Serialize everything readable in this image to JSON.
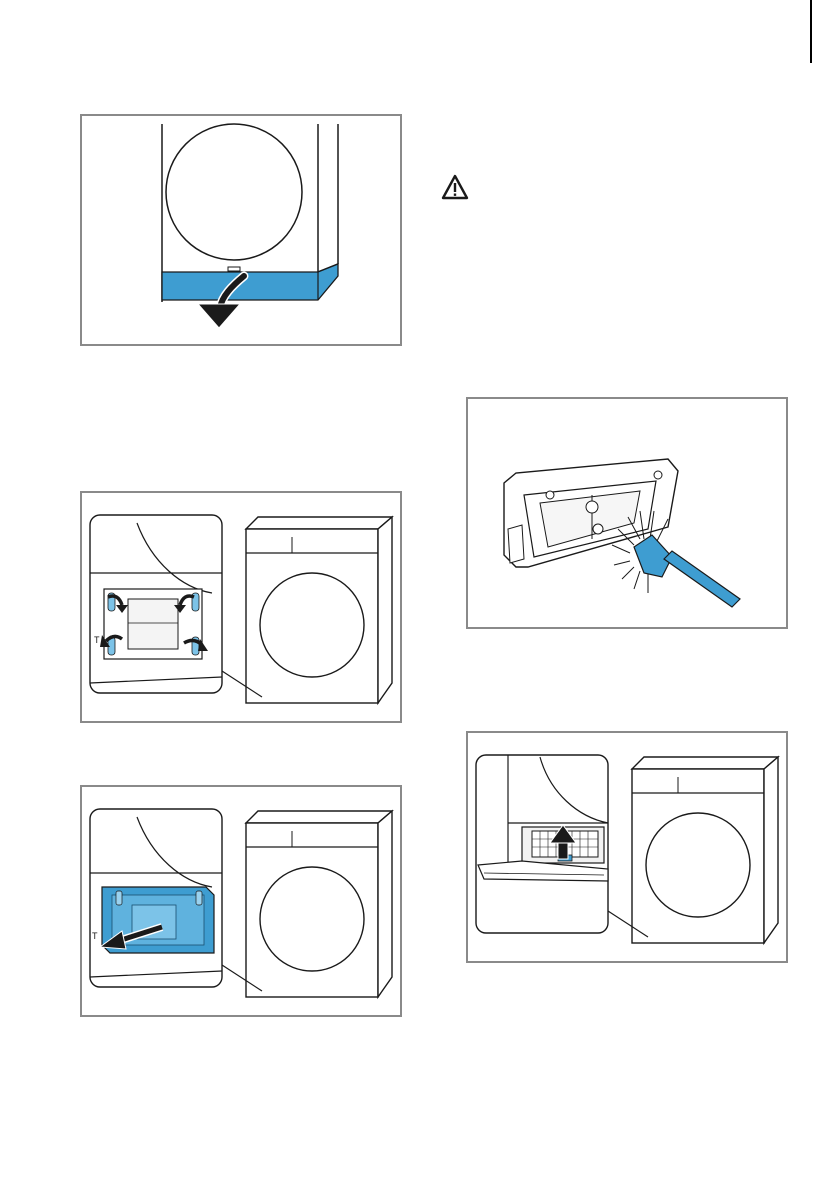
{
  "colors": {
    "accent_blue": "#3e9dd1",
    "accent_blue_light": "#7cc3e8",
    "frame_gray": "#8a8a8a",
    "line_black": "#1a1a1a"
  },
  "icons": {
    "warning": "warning-triangle-icon",
    "arrow": "arrow-icon",
    "brush": "brush-icon"
  },
  "illustrations": [
    {
      "id": "step-open-flap",
      "icon": "dryer-front-flap-open"
    },
    {
      "id": "step-unlock-levers",
      "icon": "heat-exchanger-cover-levers"
    },
    {
      "id": "step-remove-cover",
      "icon": "heat-exchanger-cover-removal"
    },
    {
      "id": "step-clean-seal",
      "icon": "cover-seal-brush-cleaning"
    },
    {
      "id": "step-insert-filter",
      "icon": "fluff-filter-insertion"
    }
  ]
}
